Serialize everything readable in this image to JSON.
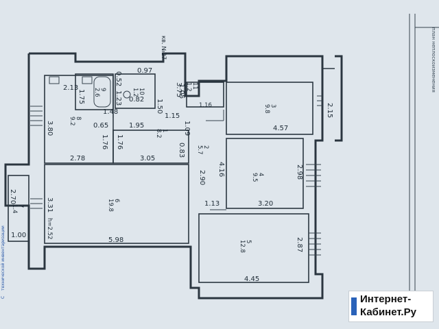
{
  "plan": {
    "stamp": "кв. №27",
    "side_text": "план неплоскоизменения",
    "corner_text_1": "технической инвентаризации",
    "corner_text_2": "С",
    "rooms": {
      "r1": {
        "num": "1",
        "area": "8.2"
      },
      "r2": {
        "num": "2",
        "area": "5.7"
      },
      "r3": {
        "num": "3",
        "area": "9.8"
      },
      "r4": {
        "num": "4",
        "area": "9.5"
      },
      "r5": {
        "num": "5",
        "area": "12.8"
      },
      "r6": {
        "num": "6",
        "area": "19.8"
      },
      "r7": {
        "num": "7",
        "area": "1.4"
      },
      "r8": {
        "num": "8",
        "area": "9.2"
      },
      "r9": {
        "num": "9",
        "area": "2.6"
      },
      "r10": {
        "num": "10",
        "area": "1.2"
      },
      "r11": {
        "num": "11",
        "area": "1.2"
      }
    },
    "dims": {
      "d_2_13": "2.13",
      "d_1_75": "1.75",
      "d_0_97": "0.97",
      "d_0_52": "0.52",
      "d_1_23": "1.23",
      "d_0_82": "0.82",
      "d_1_50": "1.50",
      "d_3_75": "3.75",
      "d_1_05": "1.05",
      "d_1_16": "1.16",
      "d_1_48": "1.48",
      "d_3_80": "3.80",
      "d_0_65": "0.65",
      "d_1_95": "1.95",
      "d_1_15": "1.15",
      "d_1_09": "1.09",
      "d_1_76a": "1.76",
      "d_1_76b": "1.76",
      "d_2_78": "2.78",
      "d_3_05": "3.05",
      "d_0_83": "0.83",
      "d_4_57": "4.57",
      "d_2_15": "2.15",
      "d_4_16": "4.16",
      "d_2_98": "2.98",
      "d_2_90": "2.90",
      "d_3_20": "3.20",
      "d_1_13": "1.13",
      "d_2_70": "2.70",
      "d_3_31": "3.31",
      "d_h": "h=2.52",
      "d_1_00": "1.00",
      "d_5_98": "5.98",
      "d_2_87": "2.87",
      "d_4_45": "4.45"
    }
  },
  "watermark": {
    "line1": "Интернет-",
    "line2": "Кабинет.Ру",
    "accent": "#2a62b9"
  }
}
